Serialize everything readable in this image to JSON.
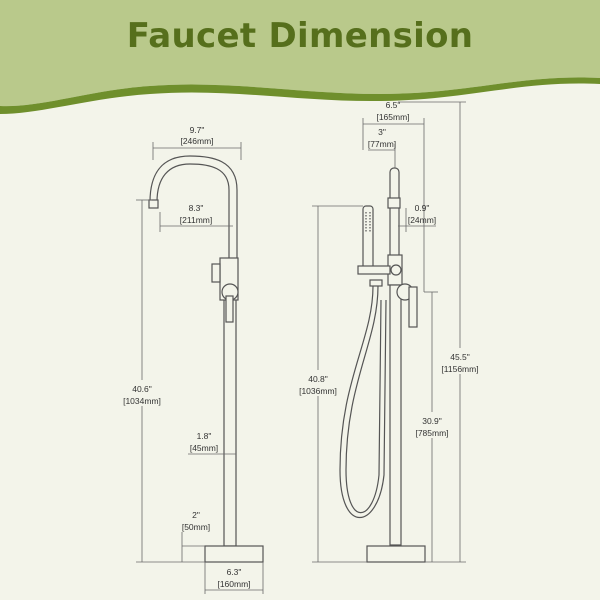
{
  "header": {
    "title": "Faucet Dimension",
    "bg_color": "#b9c98b",
    "wave_color": "#6f8f2c",
    "title_color": "#566f1c"
  },
  "left_view": {
    "spout_width": {
      "in": "9.7\"",
      "mm": "[246mm]"
    },
    "spout_reach": {
      "in": "8.3\"",
      "mm": "[211mm]"
    },
    "total_height": {
      "in": "40.6\"",
      "mm": "[1034mm]"
    },
    "column_diameter": {
      "in": "1.8\"",
      "mm": "[45mm]"
    },
    "base_height": {
      "in": "2\"",
      "mm": "[50mm]"
    },
    "base_width": {
      "in": "6.3\"",
      "mm": "[160mm]"
    }
  },
  "right_view": {
    "overall_width": {
      "in": "6.5\"",
      "mm": "[165mm]"
    },
    "handshower_offset": {
      "in": "3\"",
      "mm": "[77mm]"
    },
    "handshower_diameter": {
      "in": "0.9\"",
      "mm": "[24mm]"
    },
    "handshower_height": {
      "in": "40.8\"",
      "mm": "[1036mm]"
    },
    "total_height": {
      "in": "45.5\"",
      "mm": "[1156mm]"
    },
    "handle_height": {
      "in": "30.9\"",
      "mm": "[785mm]"
    }
  }
}
